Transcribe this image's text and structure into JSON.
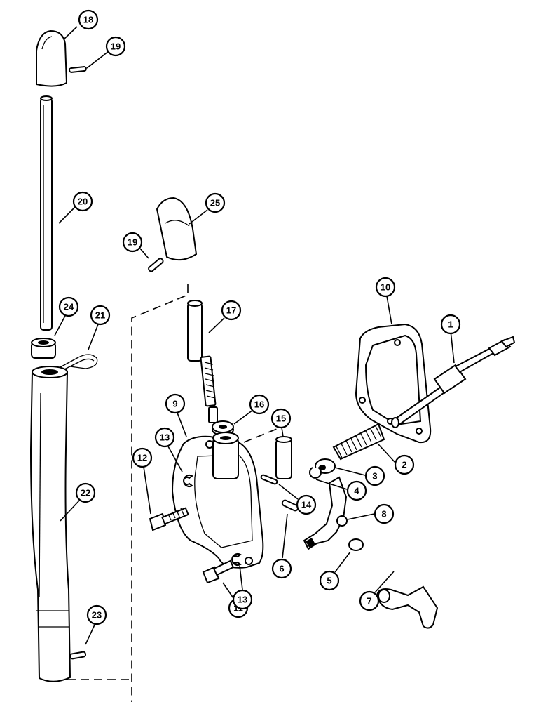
{
  "callouts": [
    {
      "id": "c1",
      "label": "1"
    },
    {
      "id": "c2",
      "label": "2"
    },
    {
      "id": "c3",
      "label": "3"
    },
    {
      "id": "c4",
      "label": "4"
    },
    {
      "id": "c5",
      "label": "5"
    },
    {
      "id": "c6",
      "label": "6"
    },
    {
      "id": "c7",
      "label": "7"
    },
    {
      "id": "c8",
      "label": "8"
    },
    {
      "id": "c9",
      "label": "9"
    },
    {
      "id": "c10",
      "label": "10"
    },
    {
      "id": "c11",
      "label": "11"
    },
    {
      "id": "c12",
      "label": "12"
    },
    {
      "id": "c13a",
      "label": "13"
    },
    {
      "id": "c13b",
      "label": "13"
    },
    {
      "id": "c14",
      "label": "14"
    },
    {
      "id": "c15",
      "label": "15"
    },
    {
      "id": "c16",
      "label": "16"
    },
    {
      "id": "c17",
      "label": "17"
    },
    {
      "id": "c18",
      "label": "18"
    },
    {
      "id": "c19a",
      "label": "19"
    },
    {
      "id": "c19b",
      "label": "19"
    },
    {
      "id": "c20",
      "label": "20"
    },
    {
      "id": "c21",
      "label": "21"
    },
    {
      "id": "c22",
      "label": "22"
    },
    {
      "id": "c23",
      "label": "23"
    },
    {
      "id": "c24",
      "label": "24"
    },
    {
      "id": "c25",
      "label": "25"
    }
  ]
}
